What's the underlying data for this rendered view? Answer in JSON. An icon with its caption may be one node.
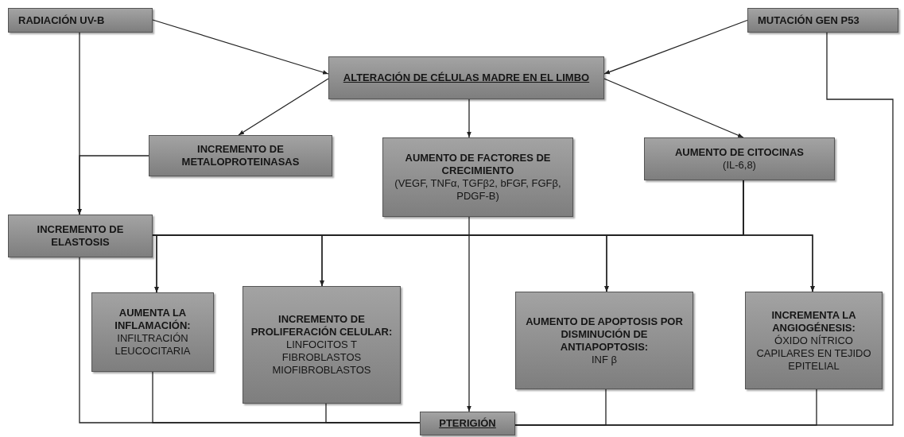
{
  "diagram": {
    "nodes": [
      {
        "text": [
          "RADIACIÓN UV-B"
        ]
      },
      {
        "text": [
          "MUTACIÓN GEN P53"
        ]
      },
      {
        "text": [
          "ALTERACIÓN DE CÉLULAS MADRE EN EL LIMBO"
        ]
      },
      {
        "text": [
          "INCREMENTO DE METALOPROTEINASAS"
        ]
      },
      {
        "text": [
          "AUMENTO DE FACTORES DE CRECIMIENTO",
          "(VEGF, TNFα, TGFβ2, bFGF, FGFβ, PDGF-B)"
        ]
      },
      {
        "text": [
          "AUMENTO DE CITOCINAS",
          "(IL-6,8)"
        ]
      },
      {
        "text": [
          "INCREMENTO DE ELASTOSIS"
        ]
      },
      {
        "text": [
          "AUMENTA LA INFLAMACIÓN:",
          "INFILTRACIÓN LEUCOCITARIA"
        ]
      },
      {
        "text": [
          "INCREMENTO DE PROLIFERACIÓN CELULAR:",
          "LINFOCITOS T FIBROBLASTOS MIOFIBROBLASTOS"
        ]
      },
      {
        "text": [
          "AUMENTO DE APOPTOSIS POR DISMINUCIÓN DE ANTIAPOPTOSIS:",
          "INF β"
        ]
      },
      {
        "text": [
          "INCREMENTA LA ANGIOGÉNESIS:",
          "ÓXIDO NÍTRICO CAPILARES EN TEJIDO EPITELIAL"
        ]
      },
      {
        "text": [
          "PTERIGIÓN"
        ]
      }
    ],
    "edges": [
      {
        "from": 0,
        "to": 2,
        "arrow": "to"
      },
      {
        "from": 1,
        "to": 2,
        "arrow": "to"
      },
      {
        "from": 2,
        "to": 3,
        "arrow": "to"
      },
      {
        "from": 2,
        "to": 4,
        "arrow": "to"
      },
      {
        "from": 2,
        "to": 5,
        "arrow": "to"
      },
      {
        "from": 0,
        "to": 6,
        "arrow": "to"
      },
      {
        "from": 3,
        "to": 6,
        "arrow": "to"
      },
      {
        "from": 6,
        "to": 7,
        "arrow": "to"
      },
      {
        "from": 6,
        "to": 8,
        "arrow": "to"
      },
      {
        "from": 6,
        "to": 9,
        "arrow": "to"
      },
      {
        "from": 6,
        "to": 10,
        "arrow": "to"
      },
      {
        "from": 5,
        "to": 7,
        "arrow": "to"
      },
      {
        "from": 5,
        "to": 8,
        "arrow": "to"
      },
      {
        "from": 5,
        "to": 9,
        "arrow": "to"
      },
      {
        "from": 5,
        "to": 10,
        "arrow": "to"
      },
      {
        "from": 4,
        "to": 11,
        "arrow": "to"
      },
      {
        "from": 6,
        "to": 11,
        "arrow": "none"
      },
      {
        "from": 7,
        "to": 11,
        "arrow": "none"
      },
      {
        "from": 8,
        "to": 11,
        "arrow": "none"
      },
      {
        "from": 9,
        "to": 11,
        "arrow": "none"
      },
      {
        "from": 10,
        "to": 11,
        "arrow": "none"
      },
      {
        "from": 1,
        "to": 11,
        "arrow": "none"
      }
    ]
  }
}
